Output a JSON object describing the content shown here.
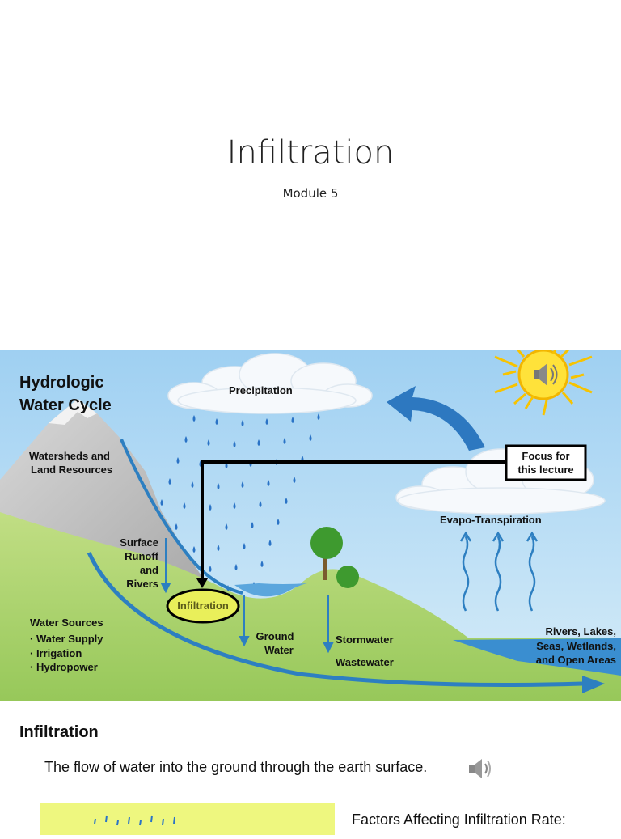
{
  "slide_title": {
    "title": "Infiltration",
    "subtitle": "Module 5"
  },
  "diagram": {
    "heading_line1": "Hydrologic",
    "heading_line2": "Water Cycle",
    "precipitation": "Precipitation",
    "watersheds_line1": "Watersheds and",
    "watersheds_line2": "Land Resources",
    "focus_line1": "Focus for",
    "focus_line2": "this lecture",
    "evapo": "Evapo-Transpiration",
    "runoff_line1": "Surface",
    "runoff_line2": "Runoff",
    "runoff_line3": "and",
    "runoff_line4": "Rivers",
    "infiltration": "Infiltration",
    "ground_line1": "Ground",
    "ground_line2": "Water",
    "stormwater": "Stormwater",
    "wastewater": "Wastewater",
    "sources_title": "Water Sources",
    "sources_items": [
      "· Water Supply",
      "· Irrigation",
      "· Hydropower"
    ],
    "rivers_line1": "Rivers, Lakes,",
    "rivers_line2": "Seas, Wetlands,",
    "rivers_line3": "and Open Areas",
    "icons": [
      "sun-icon",
      "speaker-icon",
      "cloud-icon",
      "tree-icon",
      "mountain-icon"
    ]
  },
  "slide3": {
    "title": "Infiltration",
    "definition": "The flow of water into the ground through the earth surface.",
    "factors": "Factors Affecting Infiltration Rate:"
  },
  "colors": {
    "sky": "#a9d3f0",
    "ground": "#a9d26a",
    "water": "#2d7fc1",
    "infiltration_fill": "#e9ef5a",
    "slide3_box": "#eef77f"
  }
}
